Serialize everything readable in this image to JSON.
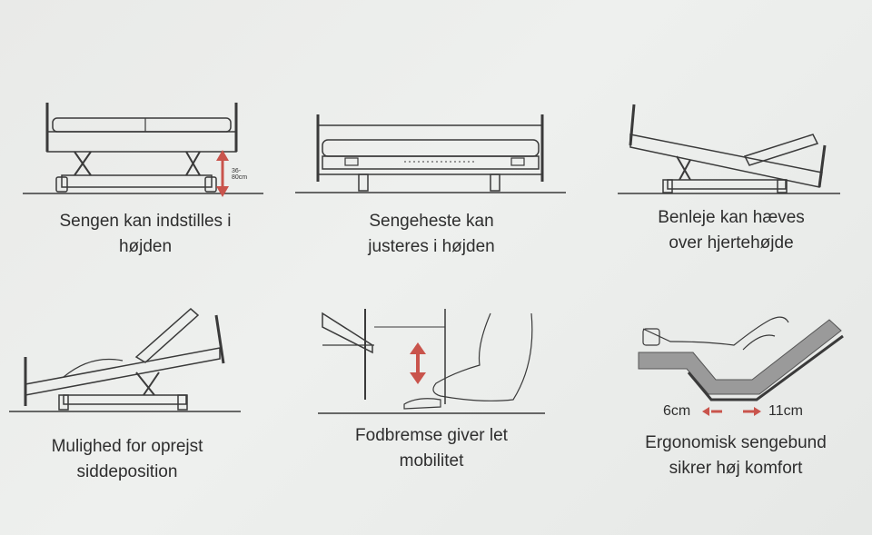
{
  "panels": {
    "height_adjust": {
      "caption": [
        "Sengen kan indstilles i",
        "højden"
      ],
      "range_label": "36-80cm"
    },
    "rail": {
      "caption": [
        "Sengeheste kan",
        "justeres i højden"
      ]
    },
    "leg_rest": {
      "caption": [
        "Benleje kan hæves",
        "over hjertehøjde"
      ]
    },
    "sit_up": {
      "caption": [
        "Mulighed for oprejst",
        "siddeposition"
      ]
    },
    "foot_brake": {
      "caption": [
        "Fodbremse giver let",
        "mobilitet"
      ]
    },
    "ergonomic": {
      "caption": [
        "Ergonomisk sengebund",
        "sikrer høj komfort"
      ],
      "left_measure": "6cm",
      "right_measure": "11cm"
    }
  },
  "colors": {
    "accent": "#c9544c",
    "line": "#3a3a3a",
    "background": "#ebecea"
  }
}
